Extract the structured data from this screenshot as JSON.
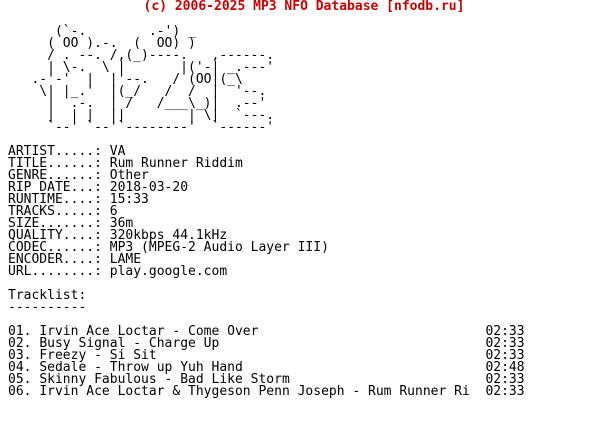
{
  "header": {
    "text": "(c) 2006-2025 MP3 NFO Database [nfodb.ru]",
    "color": "#cc0000"
  },
  "logo": {
    "lines": [
      "",
      "      (`-.        .-') _",
      "     ( OO ).-.  (  OO) )",
      "     / . --. /,(_)----.   ,------.",
      "     | \\-.  \\ |       |('-| _.---'",
      "   .-'-'  |  |'--.   / (OO|(_\\",
      "    \\| |_.'  |(_/   /  /  |  '--.",
      "     |  .-.  | /   /___\\_)|  .--'",
      "     |  | |  ||        | \\|  `---.",
      "     `--' `--'`--------'  `------'"
    ]
  },
  "info": [
    {
      "label": "ARTIST.....:",
      "value": "VA"
    },
    {
      "label": "TITLE......:",
      "value": "Rum Runner Riddim"
    },
    {
      "label": "GENRE......:",
      "value": "Other"
    },
    {
      "label": "RIP DATE...:",
      "value": "2018-03-20"
    },
    {
      "label": "RUNTIME....:",
      "value": "15:33"
    },
    {
      "label": "TRACKS.....:",
      "value": "6"
    },
    {
      "label": "SIZE.......:",
      "value": "36m"
    },
    {
      "label": "QUALITY....:",
      "value": "320kbps 44.1kHz"
    },
    {
      "label": "CODEC......:",
      "value": "MP3 (MPEG-2 Audio Layer III)"
    },
    {
      "label": "ENCODER....:",
      "value": "LAME"
    },
    {
      "label": "URL........:",
      "value": "play.google.com"
    }
  ],
  "tracklist": {
    "heading": "Tracklist:",
    "underline": "----------",
    "tracks": [
      {
        "num": "01.",
        "title": "Irvin Ace Loctar - Come Over",
        "time": "02:33"
      },
      {
        "num": "02.",
        "title": "Busy Signal - Charge Up",
        "time": "02:33"
      },
      {
        "num": "03.",
        "title": "Freezy - Si Sit",
        "time": "02:33"
      },
      {
        "num": "04.",
        "title": "Sedale - Throw up Yuh Hand",
        "time": "02:48"
      },
      {
        "num": "05.",
        "title": "Skinny Fabulous - Bad Like Storm",
        "time": "02:33"
      },
      {
        "num": "06.",
        "title": "Irvin Ace Loctar & Thygeson Penn Joseph - Rum Runner Ri",
        "time": "02:33"
      }
    ]
  }
}
